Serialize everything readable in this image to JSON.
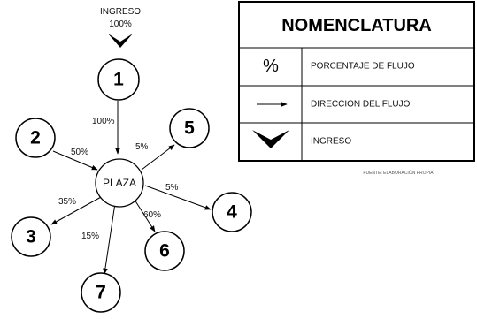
{
  "entrance": {
    "label": "INGRESO",
    "value": "100%"
  },
  "plaza": {
    "label": "PLAZA"
  },
  "nodes": [
    {
      "id": "1",
      "label": "1"
    },
    {
      "id": "2",
      "label": "2"
    },
    {
      "id": "3",
      "label": "3"
    },
    {
      "id": "4",
      "label": "4"
    },
    {
      "id": "5",
      "label": "5"
    },
    {
      "id": "6",
      "label": "6"
    },
    {
      "id": "7",
      "label": "7"
    }
  ],
  "flows": [
    {
      "from": "1",
      "to": "plaza",
      "percent": "100%"
    },
    {
      "from": "2",
      "to": "plaza",
      "percent": "50%"
    },
    {
      "from": "plaza",
      "to": "5",
      "percent": "5%"
    },
    {
      "from": "plaza",
      "to": "4",
      "percent": "5%"
    },
    {
      "from": "plaza",
      "to": "3",
      "percent": "35%"
    },
    {
      "from": "plaza",
      "to": "6",
      "percent": "60%"
    },
    {
      "from": "plaza",
      "to": "7",
      "percent": "15%"
    }
  ],
  "legend": {
    "title": "NOMENCLATURA",
    "rows": [
      {
        "symbol": "%",
        "label": "PORCENTAJE DE FLUJO"
      },
      {
        "symbol": "arrow",
        "label": "DIRECCION DEL FLUJO"
      },
      {
        "symbol": "ingreso-chevron",
        "label": "INGRESO"
      }
    ],
    "source": "FUENTE: ELABORACIÓN PROPIA"
  }
}
